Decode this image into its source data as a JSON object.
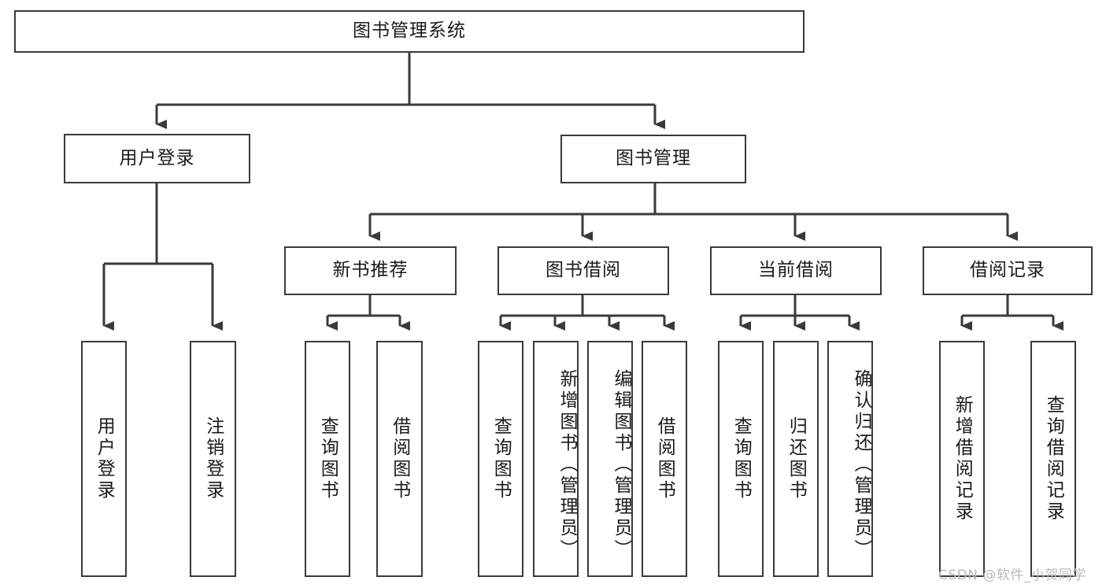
{
  "diagram": {
    "title": "图书管理系统",
    "root": {
      "label": "图书管理系统"
    },
    "level2": [
      {
        "label": "用户登录"
      },
      {
        "label": "图书管理"
      }
    ],
    "level3": [
      {
        "label": "新书推荐"
      },
      {
        "label": "图书借阅"
      },
      {
        "label": "当前借阅"
      },
      {
        "label": "借阅记录"
      }
    ],
    "leaves": [
      {
        "label": "用户登录",
        "parent": "用户登录"
      },
      {
        "label": "注销登录",
        "parent": "用户登录"
      },
      {
        "label": "查询图书",
        "parent": "新书推荐"
      },
      {
        "label": "借阅图书",
        "parent": "新书推荐"
      },
      {
        "label": "查询图书",
        "parent": "图书借阅"
      },
      {
        "label": "新增图书（管理员）",
        "parent": "图书借阅"
      },
      {
        "label": "编辑图书（管理员）",
        "parent": "图书借阅"
      },
      {
        "label": "借阅图书",
        "parent": "图书借阅"
      },
      {
        "label": "查询图书",
        "parent": "当前借阅"
      },
      {
        "label": "归还图书",
        "parent": "当前借阅"
      },
      {
        "label": "确认归还（管理员）",
        "parent": "当前借阅"
      },
      {
        "label": "新增借阅记录",
        "parent": "借阅记录"
      },
      {
        "label": "查询借阅记录",
        "parent": "借阅记录"
      }
    ],
    "colors": {
      "border": "#3a3a3a",
      "text": "#1a1a1a",
      "background": "#ffffff",
      "watermark": "#b9b9b9"
    }
  },
  "watermark": {
    "text": "CSDN @软件_小贺同学"
  }
}
